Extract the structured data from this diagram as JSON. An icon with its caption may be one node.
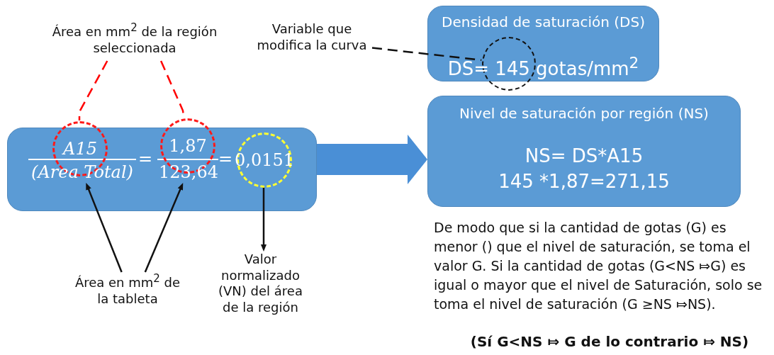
{
  "diagram": {
    "nodes": [
      {
        "text": [],
        "shape": "box"
      },
      {
        "text": [
          "A15"
        ],
        "in": 0
      },
      {
        "text": [
          "(Area Total)"
        ],
        "in": 0
      },
      {
        "text": [
          "1,87"
        ],
        "in": 0
      },
      {
        "text": [
          "123,64"
        ],
        "in": 0
      },
      {
        "text": [
          "0,0151"
        ],
        "in": 0
      },
      {
        "text": [
          "Área en mm$^{2}$ de la región seleccionada"
        ]
      },
      {
        "text": [
          "Área en mm$^{2}$ de la tableta"
        ]
      },
      {
        "text": [
          "Valor normalizado (VN) del área de la región"
        ]
      },
      {
        "text": [
          "Variable que modifica la curva"
        ]
      },
      {
        "text": [
          "Densidad de saturación (DS)",
          "DS= 145 gotas/mm$^{2}$"
        ]
      },
      {
        "text": [
          "Nivel de saturación por región (NS)",
          "NS= DS*A15",
          "145 *1,87=271,15"
        ]
      },
      {
        "text": [],
        "shape": "circle",
        "in": 10
      }
    ],
    "edges": [
      {
        "from": 6,
        "to": 1,
        "arrow": "none",
        "style": "dashed",
        "color": "#ff0000"
      },
      {
        "from": 6,
        "to": 3,
        "arrow": "none",
        "style": "dashed",
        "color": "#ff0000"
      },
      {
        "from": 7,
        "to": 2,
        "arrow": "to"
      },
      {
        "from": 7,
        "to": 4,
        "arrow": "to"
      },
      {
        "from": 5,
        "to": 8,
        "arrow": "to"
      },
      {
        "from": 9,
        "to": 12,
        "arrow": "none",
        "style": "dashed"
      },
      {
        "from": 0,
        "to": 11,
        "arrow": "to",
        "style": "thick",
        "color": "#4a8fd6"
      }
    ],
    "labels": [
      "=",
      "=",
      "De modo que si la cantidad de gotas (G) es menor () que el nivel de saturación, se toma el valor G. Si la cantidad de gotas (G<NS ⤇G) es igual o mayor que el nivel de Saturación, solo se toma el nivel de saturación (G ≥NS ⤇NS).",
      "(Sí G<NS ⤇ G de lo contrario ⤇ NS)"
    ]
  }
}
